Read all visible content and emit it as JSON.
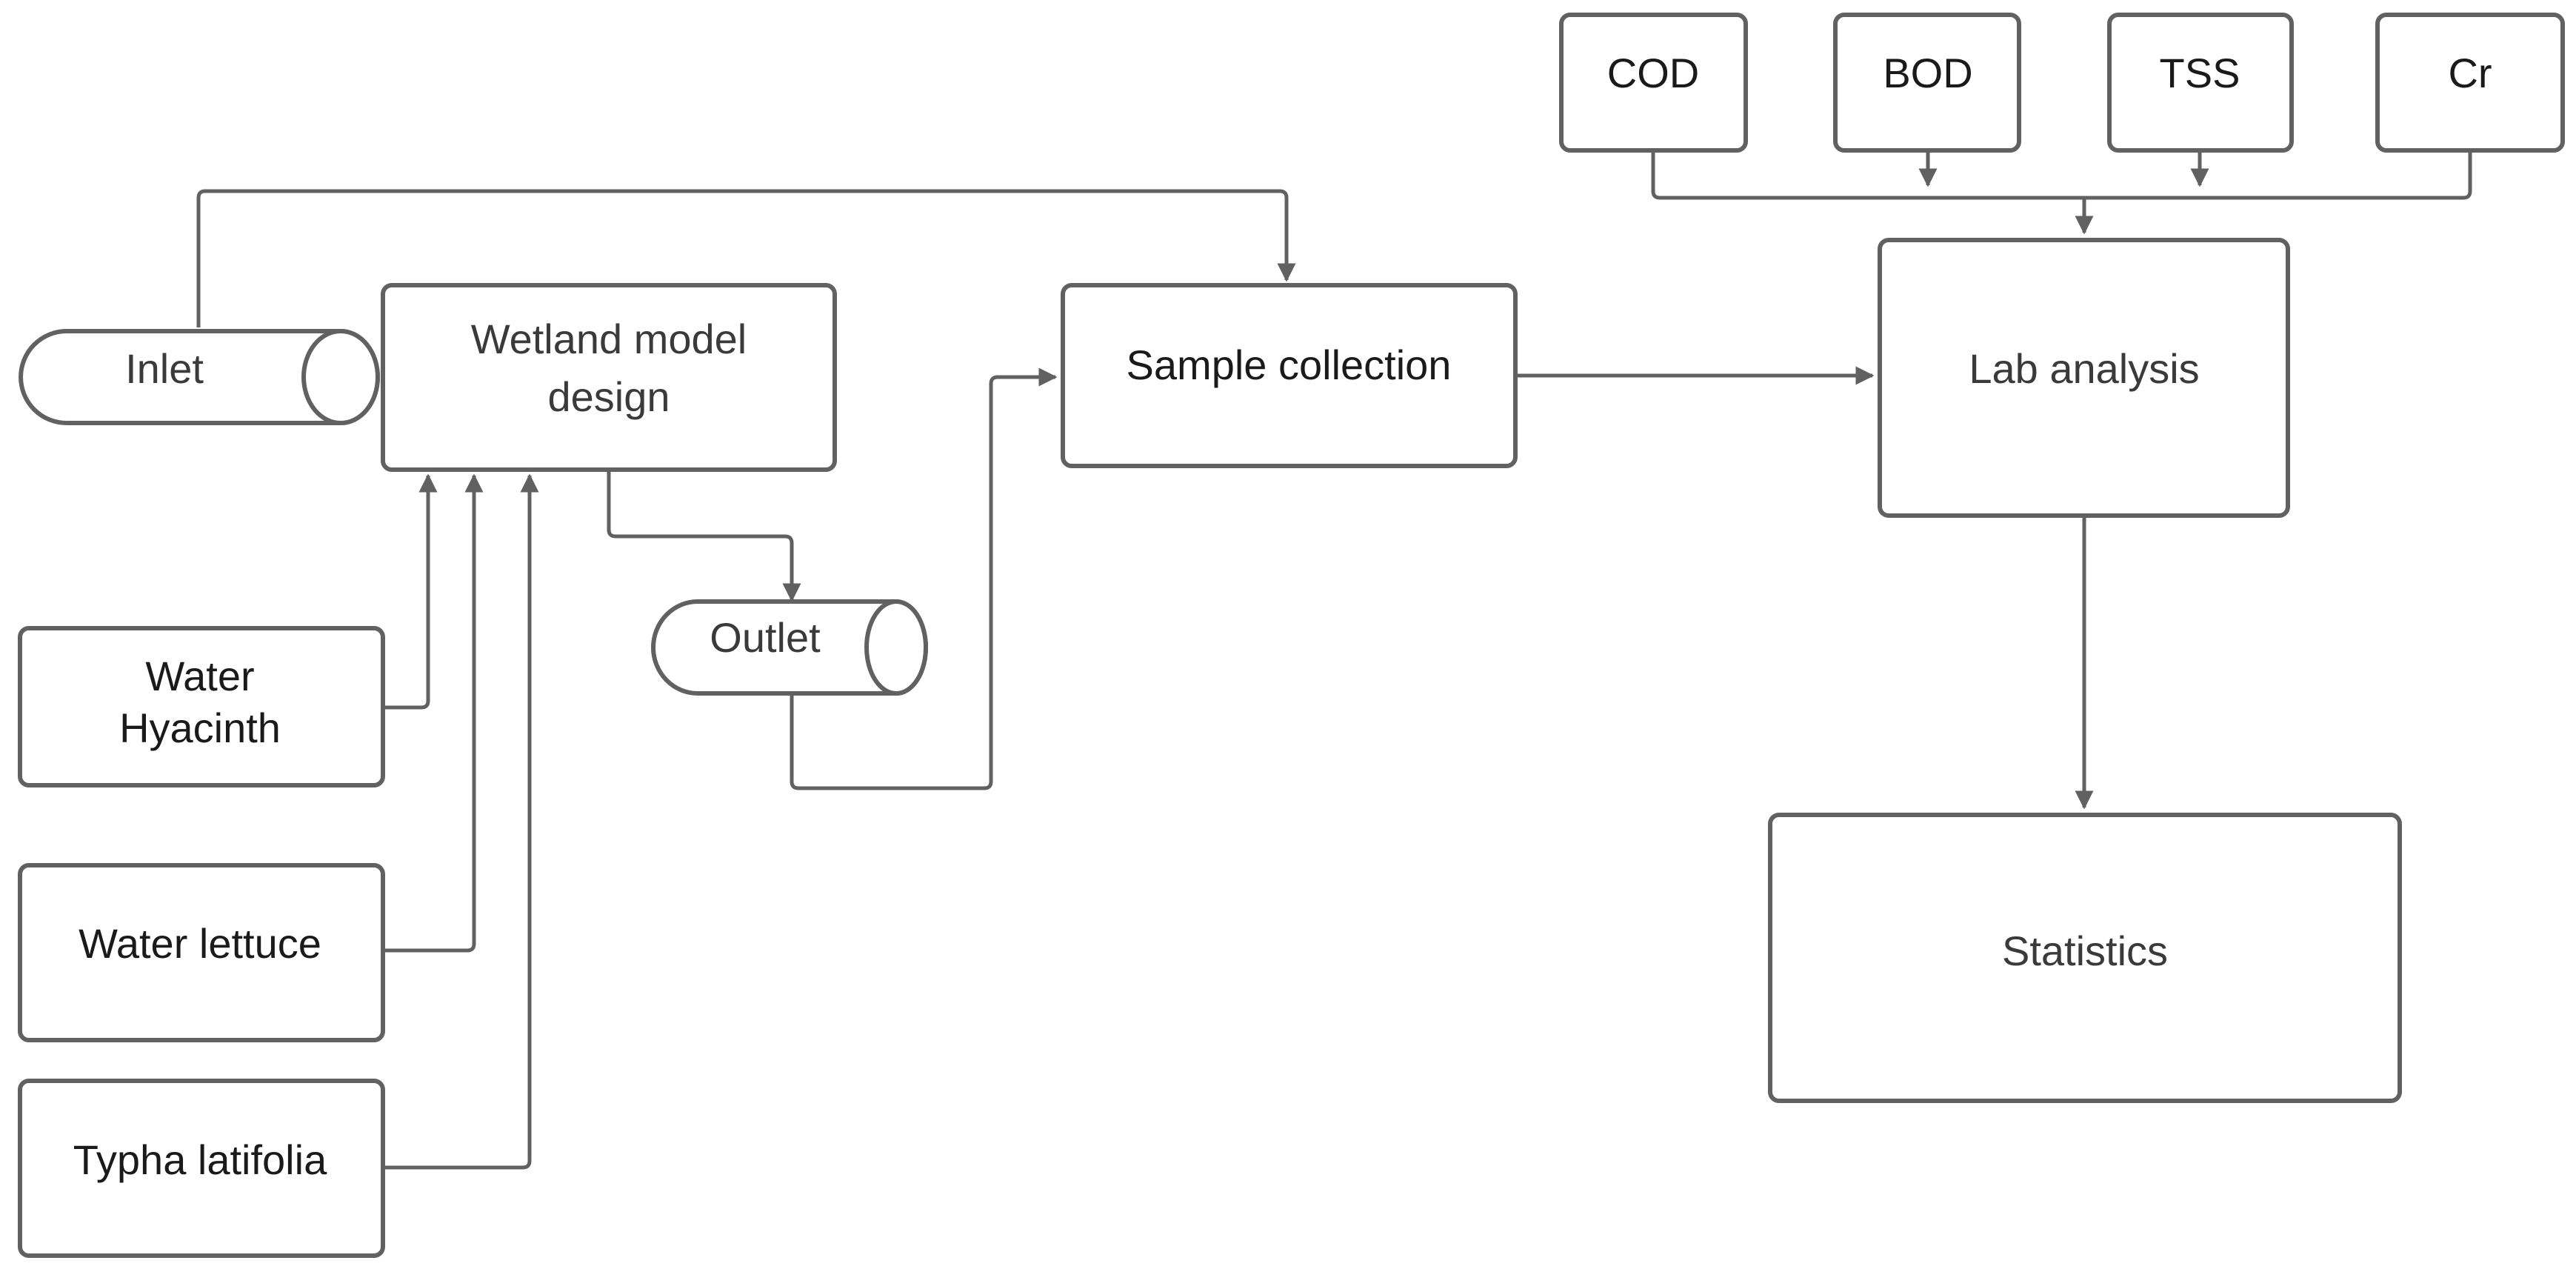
{
  "diagram": {
    "inputs": {
      "inlet": "Inlet",
      "outlet": "Outlet"
    },
    "process": {
      "wetland_line1": "Wetland model",
      "wetland_line2": "design",
      "sample_collection": "Sample collection",
      "lab_analysis": "Lab analysis",
      "statistics": "Statistics"
    },
    "plants": {
      "water_hyacinth_line1": "Water",
      "water_hyacinth_line2": "Hyacinth",
      "water_lettuce": "Water lettuce",
      "typha_latifolia": "Typha latifolia"
    },
    "parameters": {
      "cod": "COD",
      "bod": "BOD",
      "tss": "TSS",
      "cr": "Cr"
    },
    "colors": {
      "stroke": "#616161",
      "text": "#1a1a1a",
      "background": "#ffffff"
    }
  }
}
